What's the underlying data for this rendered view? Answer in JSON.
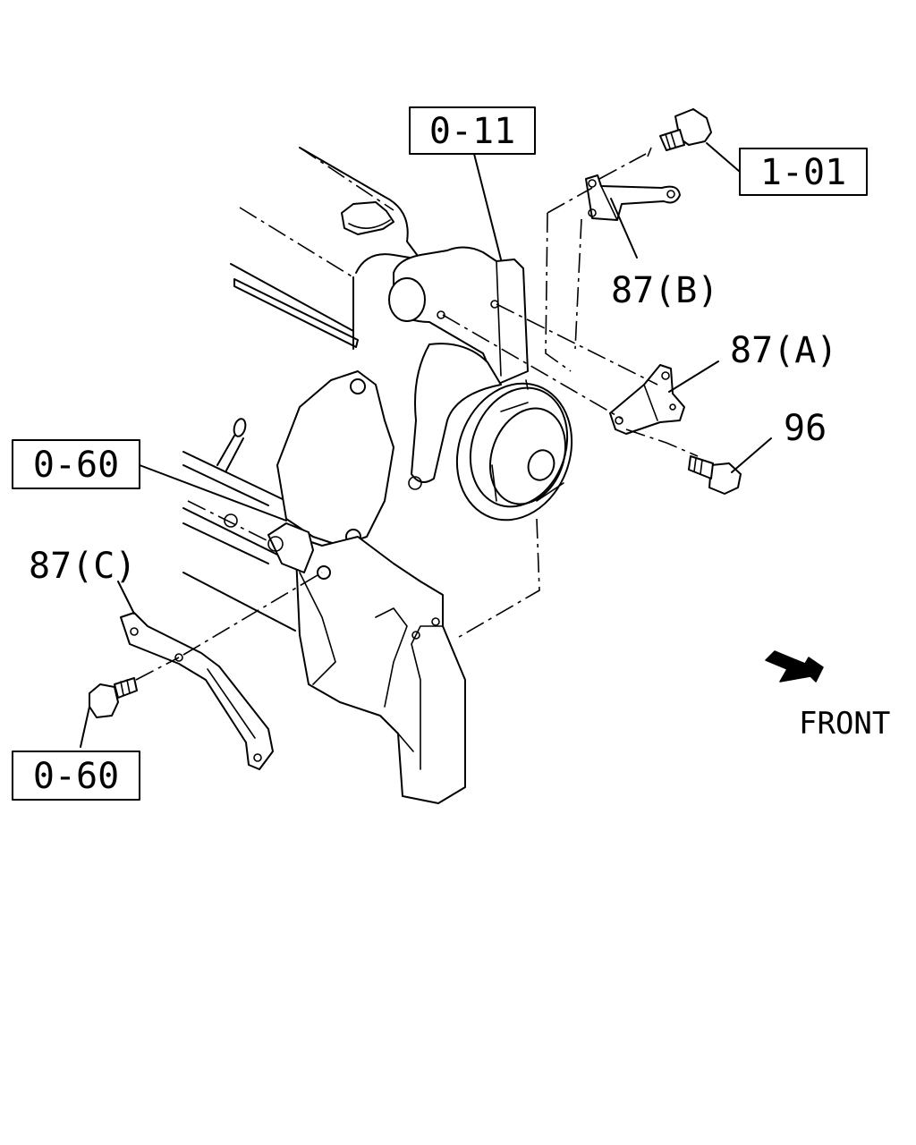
{
  "callouts": {
    "ref_0_11": "0-11",
    "ref_1_01": "1-01",
    "ref_0_60_upper": "0-60",
    "ref_0_60_lower": "0-60"
  },
  "parts": {
    "p87b": "87(B)",
    "p87a": "87(A)",
    "p96": "96",
    "p87c": "87(C)"
  },
  "direction": {
    "front_label": "FRONT",
    "arrow_icon": "front-arrow-icon"
  }
}
